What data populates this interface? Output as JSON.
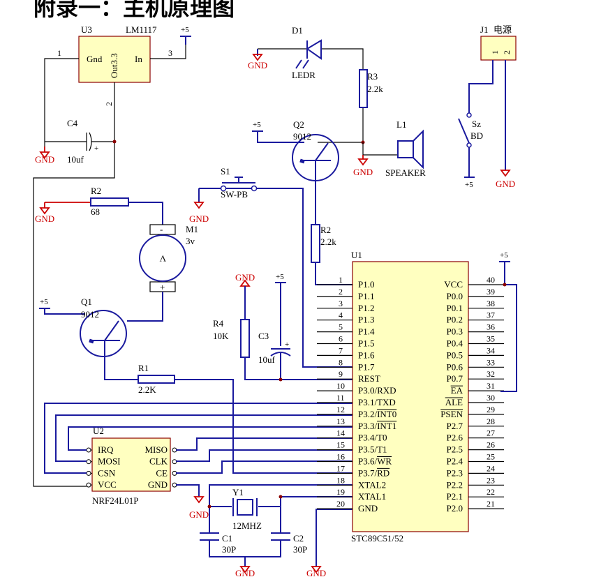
{
  "title": "附录一：主机原理图",
  "power": "+5",
  "ground": "GND",
  "components": {
    "u3": {
      "ref": "U3",
      "part": "LM1117",
      "gnd_label": "Gnd",
      "in_label": "In",
      "out_label": "Out3.3",
      "pin1": "1",
      "pin2": "2",
      "pin3": "3"
    },
    "c4": {
      "ref": "C4",
      "value": "10uf",
      "polarity": "+"
    },
    "d1": {
      "ref": "D1",
      "value": "LEDR"
    },
    "r3": {
      "ref": "R3",
      "value": "2.2k"
    },
    "q2": {
      "ref": "Q2",
      "value": "9012"
    },
    "l1": {
      "ref": "L1",
      "value": "SPEAKER"
    },
    "j1": {
      "ref": "J1",
      "value": "电源",
      "pin1": "1",
      "pin2": "2"
    },
    "sz": {
      "ref": "Sz",
      "value": "BD"
    },
    "s1": {
      "ref": "S1",
      "value": "SW-PB"
    },
    "r2a": {
      "ref": "R2",
      "value": "68"
    },
    "m1": {
      "ref": "M1",
      "value": "3v",
      "minus": "-",
      "plus": "+",
      "mark": "V"
    },
    "r2b": {
      "ref": "R2",
      "value": "2.2k"
    },
    "q1": {
      "ref": "Q1",
      "value": "9012"
    },
    "r4": {
      "ref": "R4",
      "value": "10K"
    },
    "c3": {
      "ref": "C3",
      "value": "10uf",
      "polarity": "+"
    },
    "r1": {
      "ref": "R1",
      "value": "2.2K"
    },
    "u2": {
      "ref": "U2",
      "part": "NRF24L01P",
      "left_pins": [
        "IRQ",
        "MOSI",
        "CSN",
        "VCC"
      ],
      "right_pins": [
        "MISO",
        "CLK",
        "CE",
        "GND"
      ]
    },
    "y1": {
      "ref": "Y1",
      "value": "12MHZ"
    },
    "c1": {
      "ref": "C1",
      "value": "30P"
    },
    "c2": {
      "ref": "C2",
      "value": "30P"
    },
    "u1": {
      "ref": "U1",
      "part": "STC89C51/52",
      "left_pins": [
        {
          "num": "1",
          "name": "P1.0"
        },
        {
          "num": "2",
          "name": "P1.1"
        },
        {
          "num": "3",
          "name": "P1.2"
        },
        {
          "num": "4",
          "name": "P1.3"
        },
        {
          "num": "5",
          "name": "P1.4"
        },
        {
          "num": "6",
          "name": "P1.5"
        },
        {
          "num": "7",
          "name": "P1.6"
        },
        {
          "num": "8",
          "name": "P1.7"
        },
        {
          "num": "9",
          "name": "REST"
        },
        {
          "num": "10",
          "name": "P3.0/RXD"
        },
        {
          "num": "11",
          "name": "P3.1/TXD"
        },
        {
          "num": "12",
          "name": "P3.2/INT0"
        },
        {
          "num": "13",
          "name": "P3.3/INT1"
        },
        {
          "num": "14",
          "name": "P3.4/T0"
        },
        {
          "num": "15",
          "name": "P3.5/T1"
        },
        {
          "num": "16",
          "name": "P3.6/WR"
        },
        {
          "num": "17",
          "name": "P3.7/RD"
        },
        {
          "num": "18",
          "name": "XTAL2"
        },
        {
          "num": "19",
          "name": "XTAL1"
        },
        {
          "num": "20",
          "name": "GND"
        }
      ],
      "right_pins": [
        {
          "num": "40",
          "name": "VCC"
        },
        {
          "num": "39",
          "name": "P0.0"
        },
        {
          "num": "38",
          "name": "P0.1"
        },
        {
          "num": "37",
          "name": "P0.2"
        },
        {
          "num": "36",
          "name": "P0.3"
        },
        {
          "num": "35",
          "name": "P0.4"
        },
        {
          "num": "34",
          "name": "P0.5"
        },
        {
          "num": "33",
          "name": "P0.6"
        },
        {
          "num": "32",
          "name": "P0.7"
        },
        {
          "num": "31",
          "name": "EA"
        },
        {
          "num": "30",
          "name": "ALE"
        },
        {
          "num": "29",
          "name": "PSEN"
        },
        {
          "num": "28",
          "name": "P2.7"
        },
        {
          "num": "27",
          "name": "P2.6"
        },
        {
          "num": "26",
          "name": "P2.5"
        },
        {
          "num": "25",
          "name": "P2.4"
        },
        {
          "num": "24",
          "name": "P2.3"
        },
        {
          "num": "23",
          "name": "P2.2"
        },
        {
          "num": "22",
          "name": "P2.1"
        },
        {
          "num": "21",
          "name": "P2.0"
        }
      ]
    }
  }
}
